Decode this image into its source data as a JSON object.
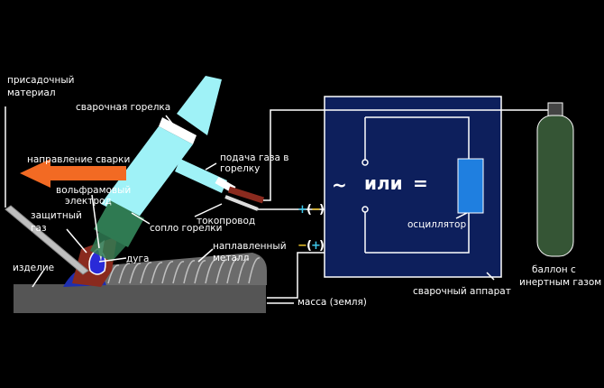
{
  "labels": {
    "filler_1": "присадочный",
    "filler_2": "материал",
    "torch": "сварочная горелка",
    "direction": "направление сварки",
    "tungsten_1": "вольфрамовый",
    "tungsten_2": "электрод",
    "shield_1": "защитный",
    "shield_2": "газ",
    "workpiece": "изделие",
    "arc": "дуга",
    "nozzle": "сопло горелки",
    "gas_feed_1": "подача газа в",
    "gas_feed_2": "горелку",
    "conductor": "токопровод",
    "deposited_1": "наплавленный",
    "deposited_2": "металл",
    "ground": "масса (земля)",
    "oscillator": "осциллятор",
    "welder": "сварочный аппарат",
    "cylinder_1": "баллон с",
    "cylinder_2": "инертным газом",
    "ac_symbol": "~",
    "or": "или",
    "dc_symbol": "="
  },
  "polarity": {
    "top_left": "+",
    "top_paren_open": "(",
    "top_right": "−",
    "top_paren_close": ")",
    "bottom_left": "−",
    "bottom_paren_open": "(",
    "bottom_right": "+",
    "bottom_paren_close": ")"
  },
  "colors": {
    "background": "#000000",
    "torch": "#9ff2f7",
    "nozzle": "#2f7a52",
    "welder_box": "#0d1f5c",
    "oscillator": "#1f7fe0",
    "cylinder": "#355535",
    "arrow": "#f26a23",
    "plus_cyan": "#3ec6e8",
    "minus_yellow": "#e8c02a",
    "workpiece": "#555555"
  }
}
